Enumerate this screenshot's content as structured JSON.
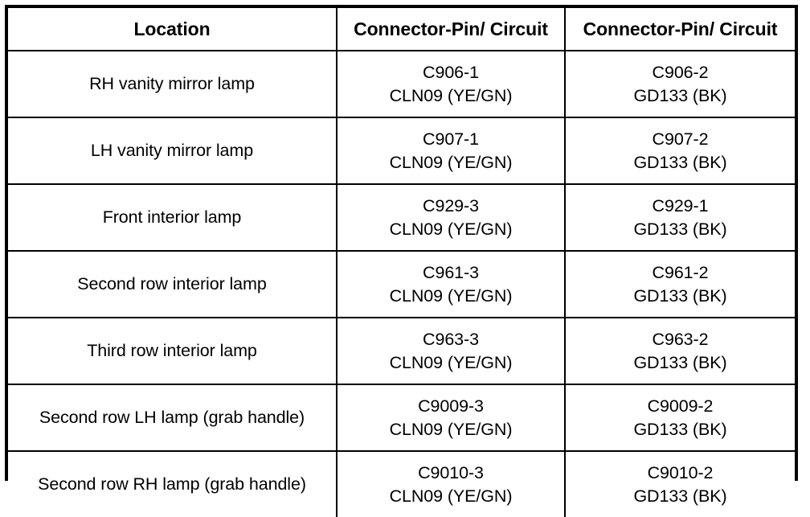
{
  "table": {
    "headers": [
      "Location",
      "Connector-Pin/ Circuit",
      "Connector-Pin/ Circuit"
    ],
    "rows": [
      {
        "location": "RH vanity mirror lamp",
        "pin_a": "C906-1",
        "circuit_a": "CLN09 (YE/GN)",
        "pin_b": "C906-2",
        "circuit_b": "GD133 (BK)"
      },
      {
        "location": "LH vanity mirror lamp",
        "pin_a": "C907-1",
        "circuit_a": "CLN09 (YE/GN)",
        "pin_b": "C907-2",
        "circuit_b": "GD133 (BK)"
      },
      {
        "location": "Front interior lamp",
        "pin_a": "C929-3",
        "circuit_a": "CLN09 (YE/GN)",
        "pin_b": "C929-1",
        "circuit_b": "GD133 (BK)"
      },
      {
        "location": "Second row interior lamp",
        "pin_a": "C961-3",
        "circuit_a": "CLN09 (YE/GN)",
        "pin_b": "C961-2",
        "circuit_b": "GD133 (BK)"
      },
      {
        "location": "Third row interior lamp",
        "pin_a": "C963-3",
        "circuit_a": "CLN09 (YE/GN)",
        "pin_b": "C963-2",
        "circuit_b": "GD133 (BK)"
      },
      {
        "location": "Second row LH lamp (grab handle)",
        "pin_a": "C9009-3",
        "circuit_a": "CLN09 (YE/GN)",
        "pin_b": "C9009-2",
        "circuit_b": "GD133 (BK)"
      },
      {
        "location": "Second row RH lamp (grab handle)",
        "pin_a": "C9010-3",
        "circuit_a": "CLN09 (YE/GN)",
        "pin_b": "C9010-2",
        "circuit_b": "GD133 (BK)"
      }
    ]
  },
  "colors": {
    "border": "#000000",
    "background": "#ffffff",
    "text": "#000000"
  }
}
